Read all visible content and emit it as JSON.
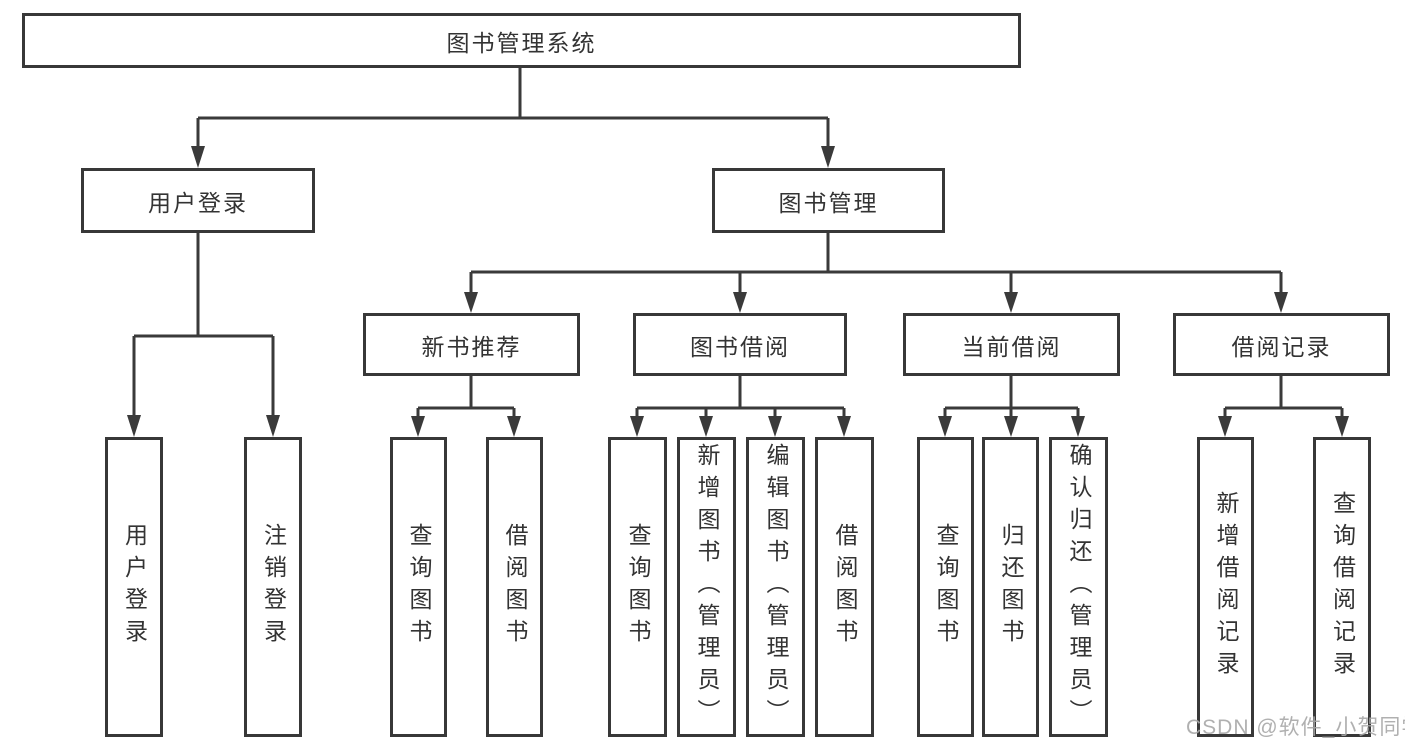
{
  "diagram_type": "hierarchy-tree",
  "tree": {
    "root": {
      "label": "图书管理系统",
      "children": [
        {
          "label": "用户登录",
          "children": [
            {
              "label": "用户登录"
            },
            {
              "label": "注销登录"
            }
          ]
        },
        {
          "label": "图书管理",
          "children": [
            {
              "label": "新书推荐",
              "children": [
                {
                  "label": "查询图书"
                },
                {
                  "label": "借阅图书"
                }
              ]
            },
            {
              "label": "图书借阅",
              "children": [
                {
                  "label": "查询图书"
                },
                {
                  "label": "新增图书（管理员）"
                },
                {
                  "label": "编辑图书（管理员）"
                },
                {
                  "label": "借阅图书"
                }
              ]
            },
            {
              "label": "当前借阅",
              "children": [
                {
                  "label": "查询图书"
                },
                {
                  "label": "归还图书"
                },
                {
                  "label": "确认归还（管理员）"
                }
              ]
            },
            {
              "label": "借阅记录",
              "children": [
                {
                  "label": "新增借阅记录"
                },
                {
                  "label": "查询借阅记录"
                }
              ]
            }
          ]
        }
      ]
    }
  },
  "colors": {
    "line": "#3a3a3a",
    "border": "#383838",
    "text": "#333333",
    "watermark": "#a8a8a8",
    "background": "#ffffff"
  },
  "watermark": {
    "text": "CSDN @软件_小贺同学"
  }
}
